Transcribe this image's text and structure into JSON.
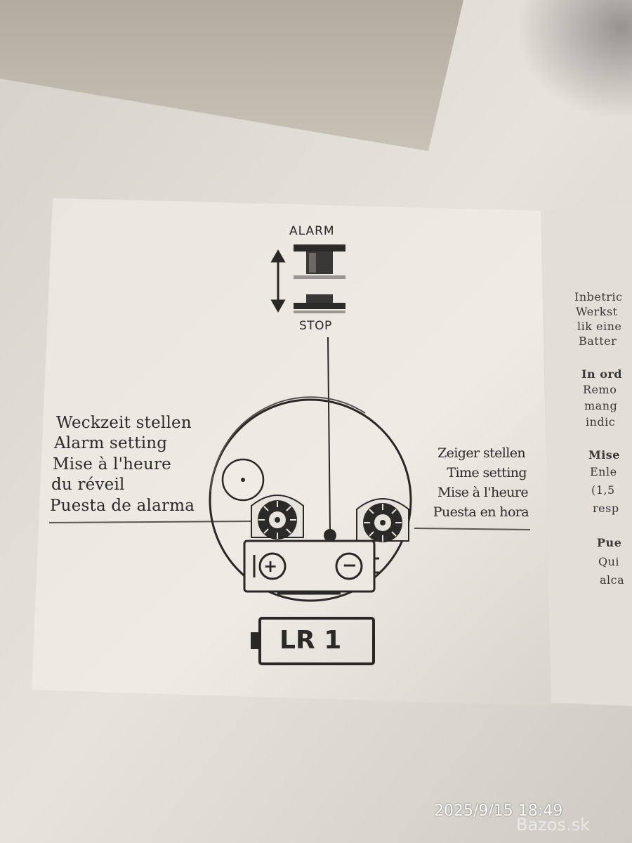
{
  "instruction_sheet": {
    "switch": {
      "top_label": "ALARM",
      "bottom_label": "STOP"
    },
    "left_labels": [
      "Weckzeit stellen",
      "Alarm setting",
      "Mise à l'heure",
      "du réveil",
      "Puesta de alarma"
    ],
    "right_labels": [
      "Zeiger stellen",
      "Time setting",
      "Mise à l'heure",
      "Puesta en hora"
    ],
    "battery": {
      "label": "LR 1",
      "plus": "+",
      "minus": "−"
    }
  },
  "side_page": {
    "lines": [
      "Inbetric",
      "Werkst",
      "lik eine",
      "Batter",
      "In ord",
      "Remo",
      "mang",
      "indic",
      "Mise",
      "Enle",
      "(1,5",
      "resp",
      "Pue",
      "Qui",
      "alca"
    ]
  },
  "overlay": {
    "timestamp": "2025/9/15 18:49",
    "watermark": "Bazos.sk"
  },
  "colors": {
    "paper": "#ebe8e1",
    "ink": "#2c2a28",
    "background": "#d9d6cf"
  }
}
